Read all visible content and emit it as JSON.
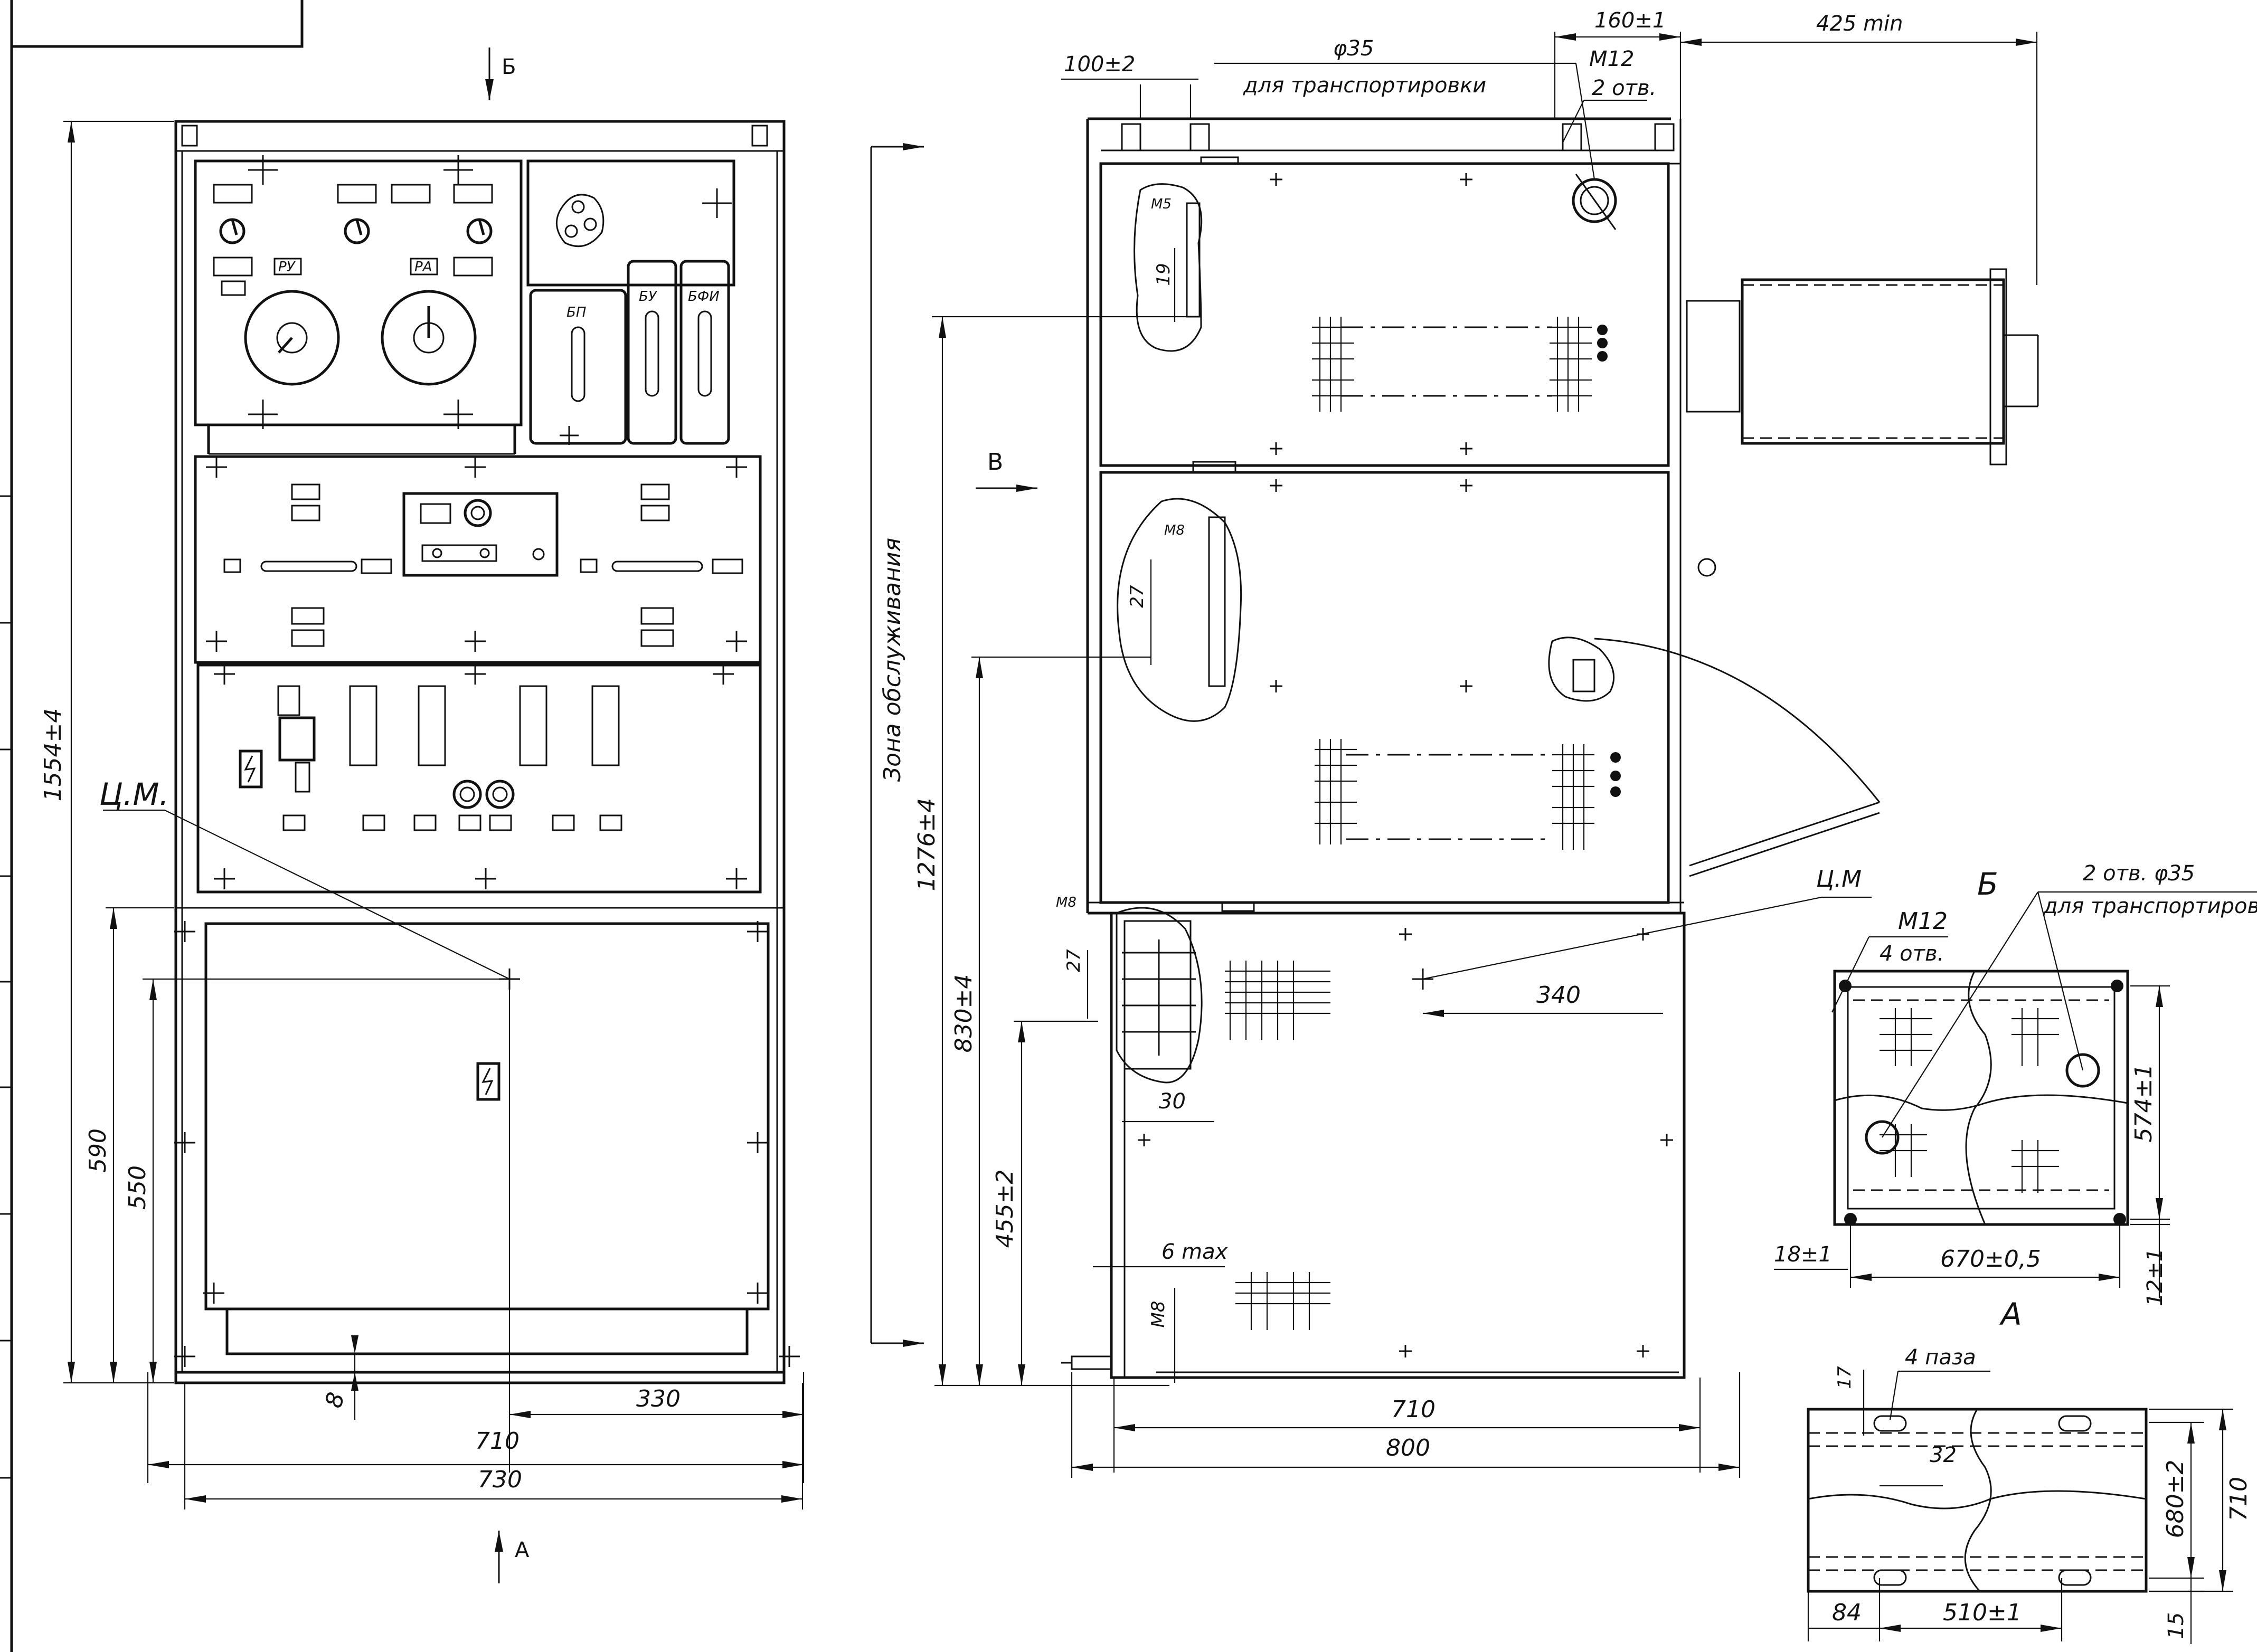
{
  "dimensions": {
    "h_1554": "1554±4",
    "d_cm_left": "Ц.М.",
    "h_590": "590",
    "h_550": "550",
    "d_8": "8",
    "d_330": "330",
    "w_710": "710",
    "w_730": "730",
    "d_100": "100±2",
    "d_phi35": "φ35",
    "d_transport": "для транспортировки",
    "d_160": "160±1",
    "d_m12": "M12",
    "d_2otv": "2 отв.",
    "d_425": "425 min",
    "d_m5": "M5",
    "d_19": "19",
    "d_m8a": "M8",
    "d_27a": "27",
    "h_1276": "1276±4",
    "zone": "Зона обслуживания",
    "d_m8b": "M8",
    "d_27b": "27",
    "h_830": "830±4",
    "d_30": "30",
    "h_455": "455±2",
    "d_6max": "6 max",
    "d_m8c": "M8",
    "d_cm_right": "Ц.М",
    "d_340": "340",
    "w_710b": "710",
    "w_800": "800",
    "b_m12": "M12",
    "b_4otv": "4 отв.",
    "b_2otv35": "2 отв. φ35",
    "b_transport": "для транспортировки",
    "b_574": "574±1",
    "b_18": "18±1",
    "b_670": "670±0,5",
    "b_12": "12±1",
    "a_17": "17",
    "a_4paza": "4 паза",
    "a_32": "32",
    "a_680": "680±2",
    "a_710": "710",
    "a_84": "84",
    "a_510": "510±1",
    "a_15": "15"
  },
  "views": {
    "arrow_b": "Б",
    "arrow_a": "А",
    "arrow_v": "В",
    "view_b": "Б",
    "view_a": "А"
  },
  "panel_labels": {
    "ru": "РУ",
    "ra": "РА",
    "bp": "БП",
    "bu": "БУ",
    "bfi": "БФИ"
  }
}
